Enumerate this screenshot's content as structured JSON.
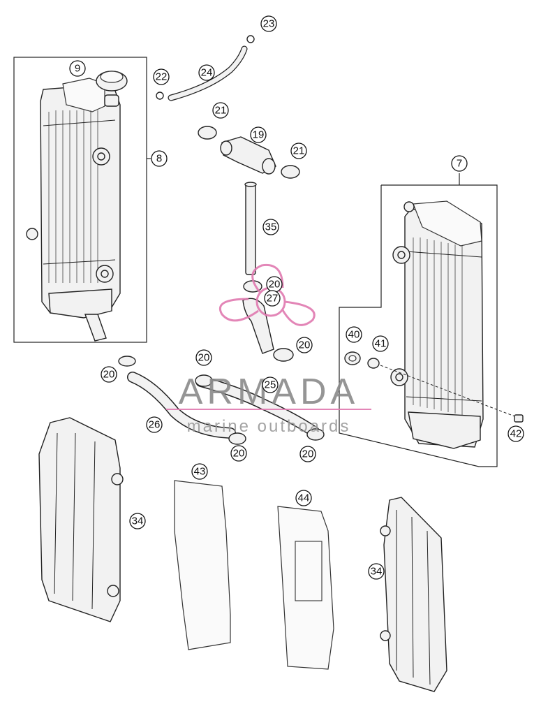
{
  "callouts": {
    "c9": "9",
    "c8": "8",
    "c7": "7",
    "c23": "23",
    "c22": "22",
    "c24": "24",
    "c21a": "21",
    "c19": "19",
    "c21b": "21",
    "c35": "35",
    "c20a": "20",
    "c27": "27",
    "c20b": "20",
    "c40": "40",
    "c41": "41",
    "c20c": "20",
    "c20d": "20",
    "c25": "25",
    "c26": "26",
    "c20e": "20",
    "c20f": "20",
    "c42": "42",
    "c43": "43",
    "c44": "44",
    "c34a": "34",
    "c34b": "34"
  },
  "watermark": {
    "title": "ARMADA",
    "subtitle": "marine outboards",
    "accent_color": "#e07ab0"
  },
  "colors": {
    "line": "#222222",
    "part_fill": "#f2f2f2"
  }
}
